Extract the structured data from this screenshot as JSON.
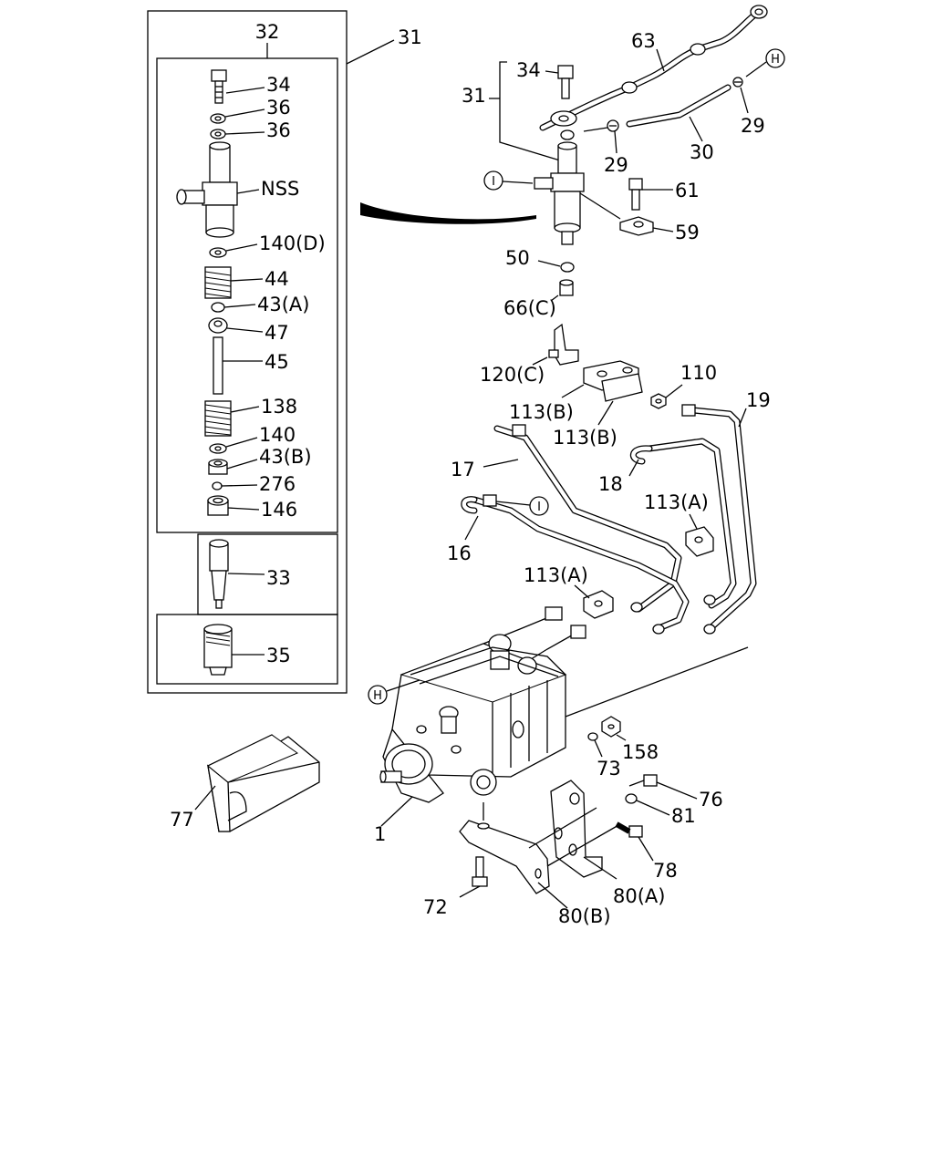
{
  "labels": {
    "l32": "32",
    "l31_top": "31",
    "l34_kit": "34",
    "l36a": "36",
    "l36b": "36",
    "lnss": "NSS",
    "l140d": "140(D)",
    "l44": "44",
    "l43a": "43(A)",
    "l47": "47",
    "l45": "45",
    "l138": "138",
    "l140": "140",
    "l43b": "43(B)",
    "l276": "276",
    "l146": "146",
    "l33": "33",
    "l35": "35",
    "l63": "63",
    "l34_top": "34",
    "l31_mid": "31",
    "l29a": "29",
    "l29b": "29",
    "l30": "30",
    "l61": "61",
    "l59": "59",
    "l50": "50",
    "l66c": "66(C)",
    "l120c": "120(C)",
    "l110": "110",
    "l113b_1": "113(B)",
    "l113b_2": "113(B)",
    "l19": "19",
    "l17": "17",
    "l18": "18",
    "l113a_1": "113(A)",
    "l16": "16",
    "l113a_2": "113(A)",
    "l158": "158",
    "l73": "73",
    "l76": "76",
    "l81": "81",
    "l77": "77",
    "l1": "1",
    "l78": "78",
    "l80a": "80(A)",
    "l72": "72",
    "l80b": "80(B)"
  },
  "markers": {
    "h_top": "H",
    "i_mid": "I",
    "i_pipe": "I",
    "h_left": "H"
  }
}
